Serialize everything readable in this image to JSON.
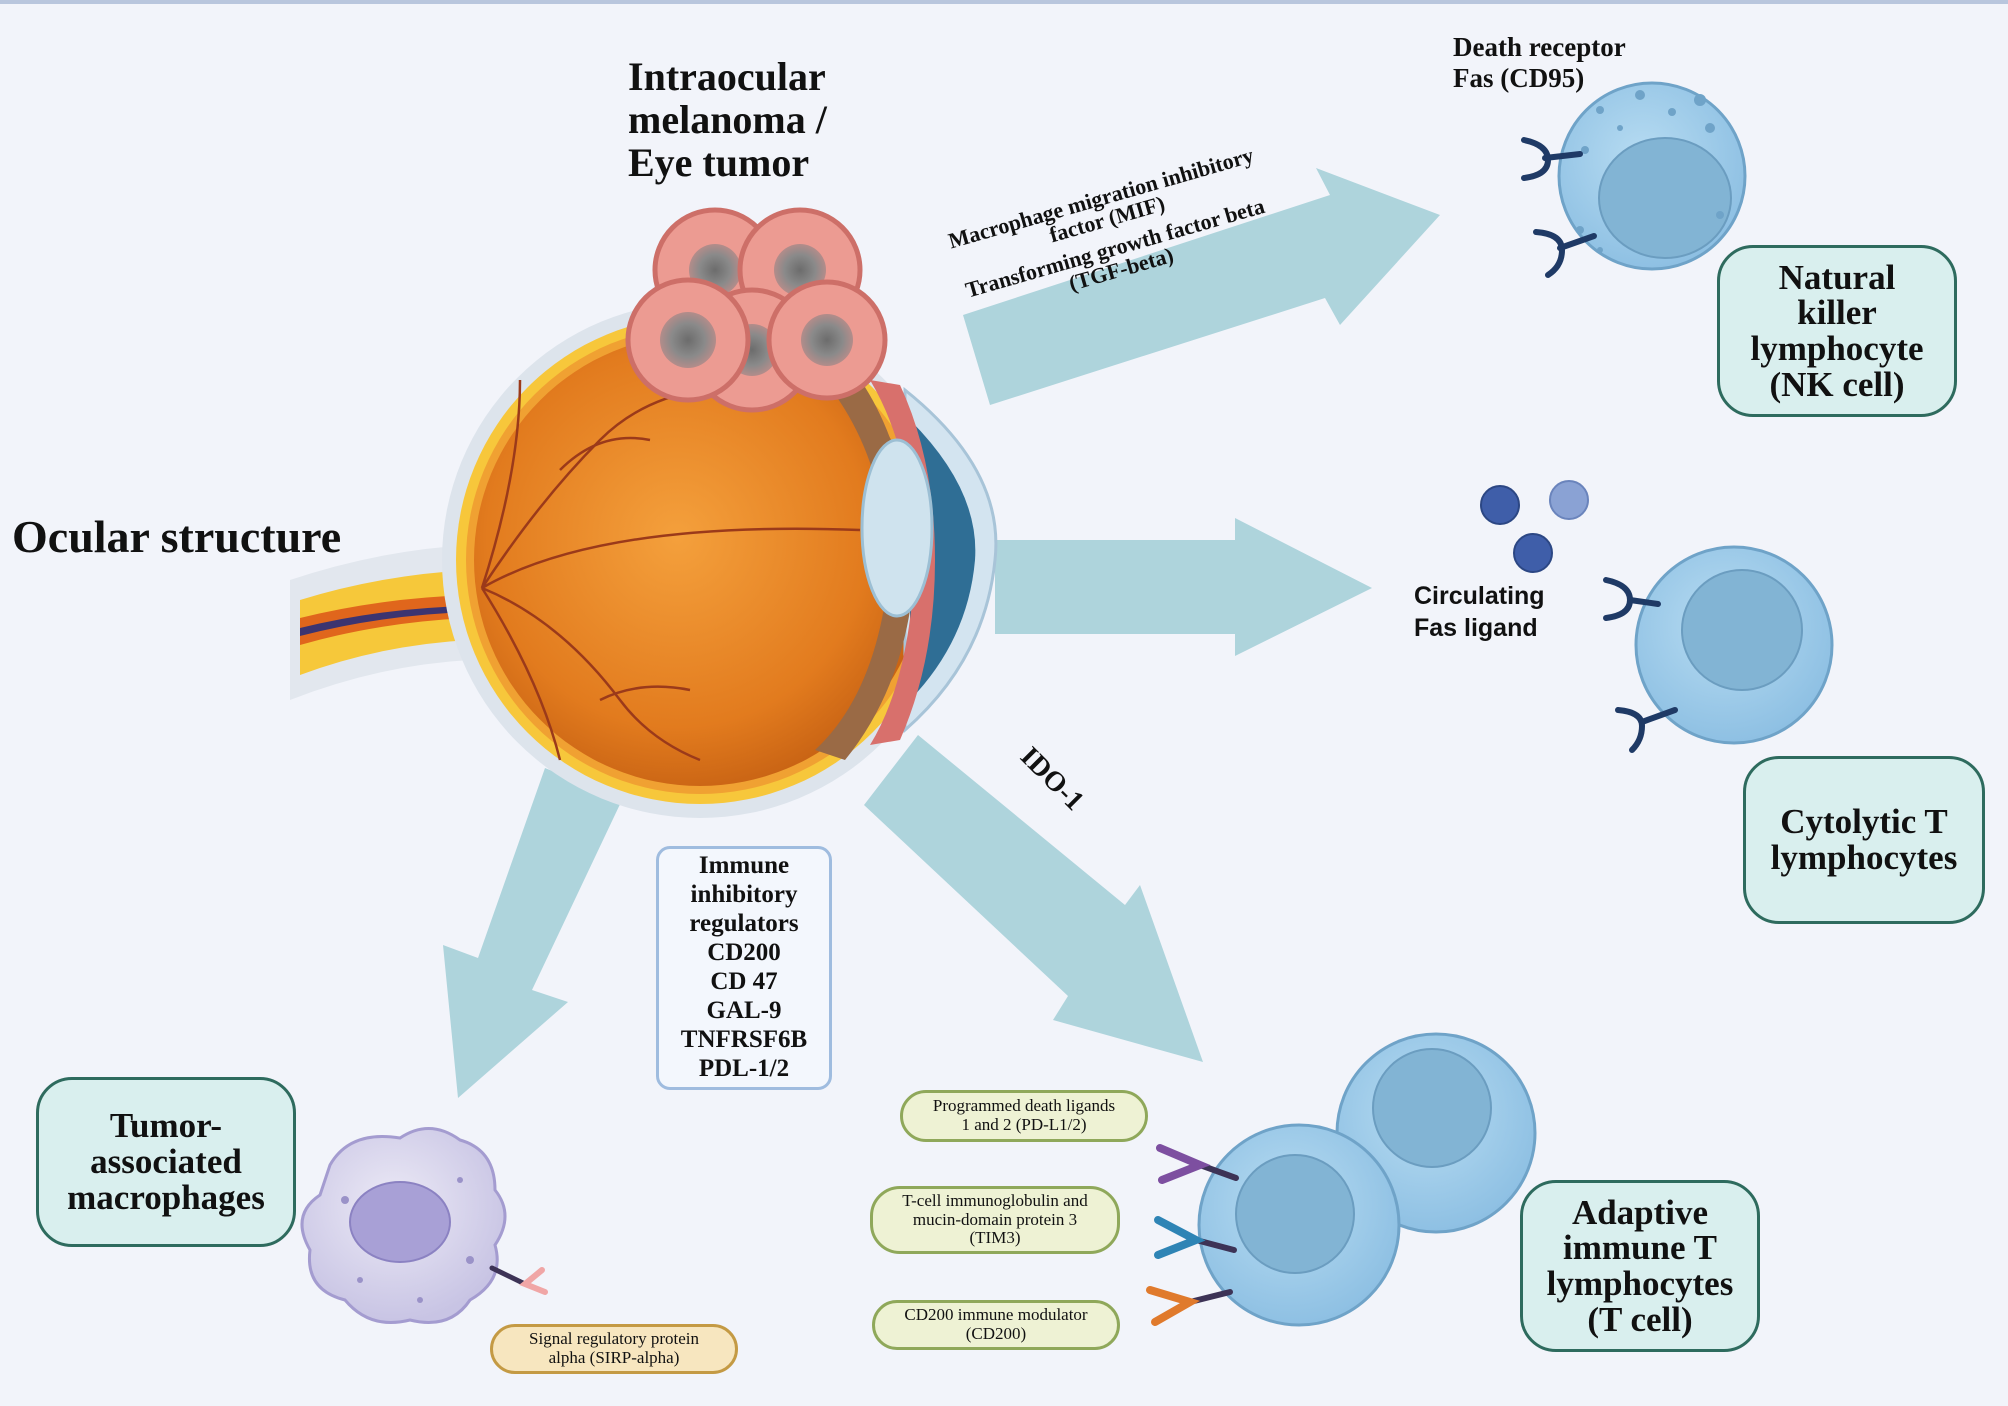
{
  "title_tumor": [
    "Intraocular",
    "melanoma /",
    "Eye tumor"
  ],
  "ocular_structure": "Ocular structure",
  "death_receptor": [
    "Death receptor",
    "Fas (CD95)"
  ],
  "arrow_text_mif": [
    "Macrophage migration inhibitory",
    "factor (MIF)"
  ],
  "arrow_text_tgf": [
    "Transforming growth factor beta",
    "(TGF-beta)"
  ],
  "ido": "IDO-1",
  "circulating_fas": [
    "Circulating",
    "Fas ligand"
  ],
  "nk_cell": [
    "Natural",
    "killer",
    "lymphocyte",
    "(NK cell)"
  ],
  "cytolytic_t": [
    "Cytolytic T",
    "lymphocytes"
  ],
  "adaptive_t": [
    "Adaptive",
    "immune T",
    "lymphocytes",
    "(T cell)"
  ],
  "tam": [
    "Tumor-",
    "associated",
    "macrophages"
  ],
  "immune_inhibitory": [
    "Immune",
    "inhibitory",
    "regulators",
    "CD200",
    "CD 47",
    "GAL-9",
    "TNFRSF6B",
    "PDL-1/2"
  ],
  "pd_l": [
    "Programmed death ligands",
    "1 and 2 (PD-L1/2)"
  ],
  "tim3": [
    "T-cell immunoglobulin and",
    "mucin-domain protein 3",
    "(TIM3)"
  ],
  "cd200_mod": [
    "CD200 immune modulator",
    "(CD200)"
  ],
  "sirp": [
    "Signal regulatory protein",
    "alpha (SIRP-alpha)"
  ],
  "colors": {
    "arrow": "#aed4dc",
    "cell_fill": "#9fcbe8",
    "cell_nucleus": "#7aaac8",
    "label_box": "#d9efee",
    "label_border": "#2e6b5e"
  }
}
